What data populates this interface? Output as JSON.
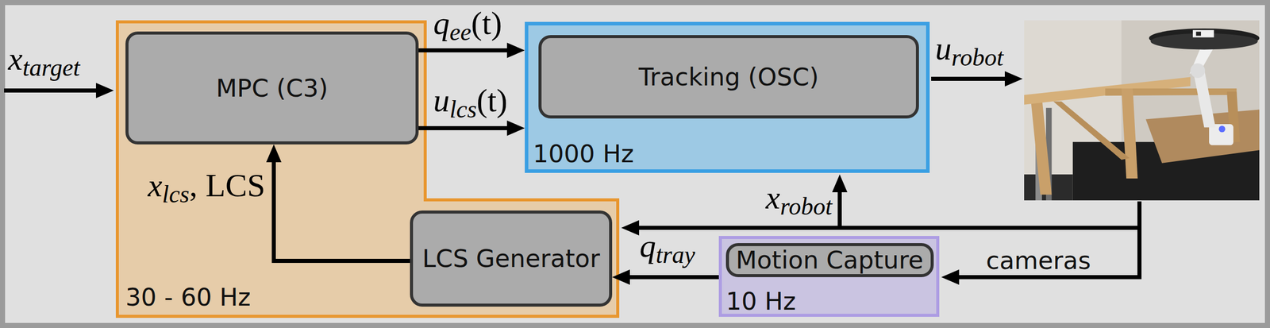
{
  "diagram": {
    "nodes": [
      {
        "text": [
          "30 - 60 Hz"
        ]
      },
      {
        "text": [
          "MPC (C3)"
        ],
        "in": 0
      },
      {
        "text": [
          "LCS Generator"
        ],
        "in": 0
      },
      {
        "text": [
          "1000 Hz"
        ]
      },
      {
        "text": [
          "Tracking (OSC)"
        ],
        "in": 3
      },
      {
        "text": [
          "10 Hz"
        ]
      },
      {
        "text": [
          "Motion Capture"
        ],
        "in": 5
      }
    ],
    "edges": [
      {
        "from": 1,
        "to": 3,
        "label": "qee(t)",
        "arrow": "to"
      },
      {
        "from": 1,
        "to": 3,
        "label": "ulcs(t)",
        "arrow": "to"
      },
      {
        "from": 2,
        "to": 1,
        "label": "xlcs, LCS",
        "arrow": "to"
      },
      {
        "from": 5,
        "to": 2,
        "label": "qtray",
        "arrow": "to"
      }
    ],
    "labels": [
      "xtarget",
      "urobot",
      "xrobot",
      "cameras"
    ]
  }
}
